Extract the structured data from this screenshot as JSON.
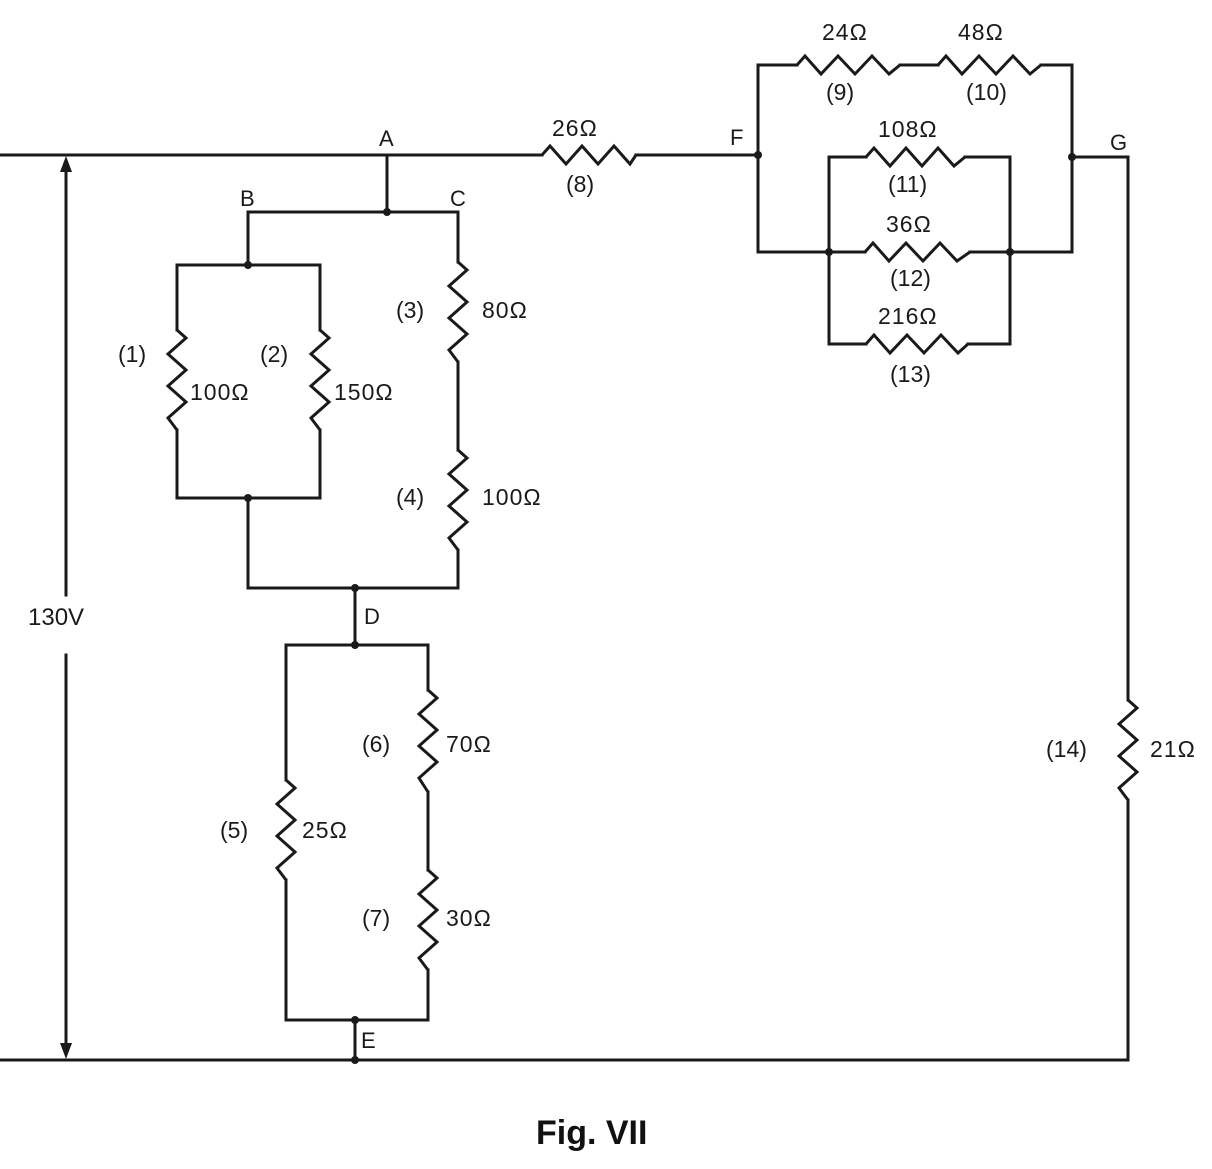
{
  "figure": {
    "caption": "Fig. VII"
  },
  "source": {
    "voltage_label": "130V"
  },
  "nodes": {
    "A": "A",
    "B": "B",
    "C": "C",
    "D": "D",
    "E": "E",
    "F": "F",
    "G": "G"
  },
  "resistors": [
    {
      "id": "(1)",
      "value": "100Ω"
    },
    {
      "id": "(2)",
      "value": "150Ω"
    },
    {
      "id": "(3)",
      "value": "80Ω"
    },
    {
      "id": "(4)",
      "value": "100Ω"
    },
    {
      "id": "(5)",
      "value": "25Ω"
    },
    {
      "id": "(6)",
      "value": "70Ω"
    },
    {
      "id": "(7)",
      "value": "30Ω"
    },
    {
      "id": "(8)",
      "value": "26Ω"
    },
    {
      "id": "(9)",
      "value": "24Ω"
    },
    {
      "id": "(10)",
      "value": "48Ω"
    },
    {
      "id": "(11)",
      "value": "108Ω"
    },
    {
      "id": "(12)",
      "value": "36Ω"
    },
    {
      "id": "(13)",
      "value": "216Ω"
    },
    {
      "id": "(14)",
      "value": "21Ω"
    }
  ]
}
